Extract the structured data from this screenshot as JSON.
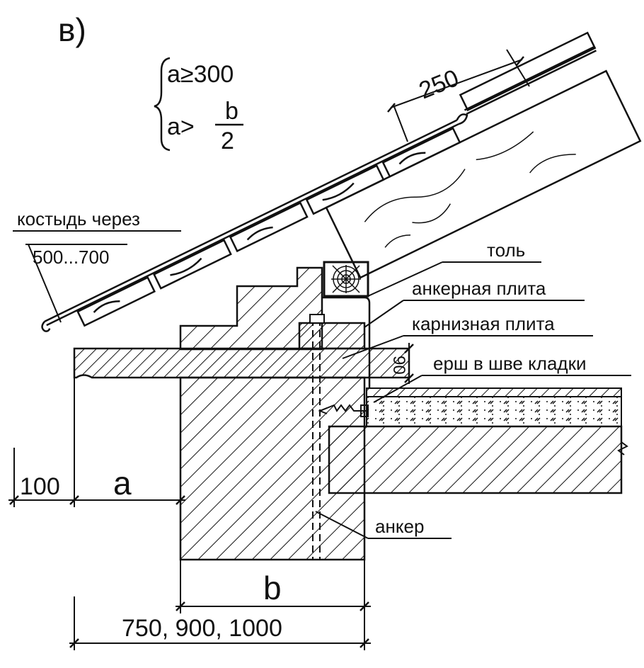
{
  "figure_label": "в)",
  "conditions": {
    "line1": "a≥300",
    "line2_prefix": "a>",
    "fraction_numerator": "b",
    "fraction_denominator": "2"
  },
  "labels": {
    "kostyl": "костыдь через",
    "kostyl_spacing": "500...700",
    "tol": "толь",
    "ankernaya_plita": "анкерная плита",
    "karniznaya_plita": "карнизная плита",
    "yorsh": "ерш в шве кладки",
    "anker": "анкер"
  },
  "dimensions": {
    "d250": "250",
    "d90": "90",
    "d100": "100",
    "a": "a",
    "b": "b",
    "wall_thicknesses": "750, 900, 1000"
  },
  "colors": {
    "ink": "#111111",
    "background": "#ffffff"
  }
}
